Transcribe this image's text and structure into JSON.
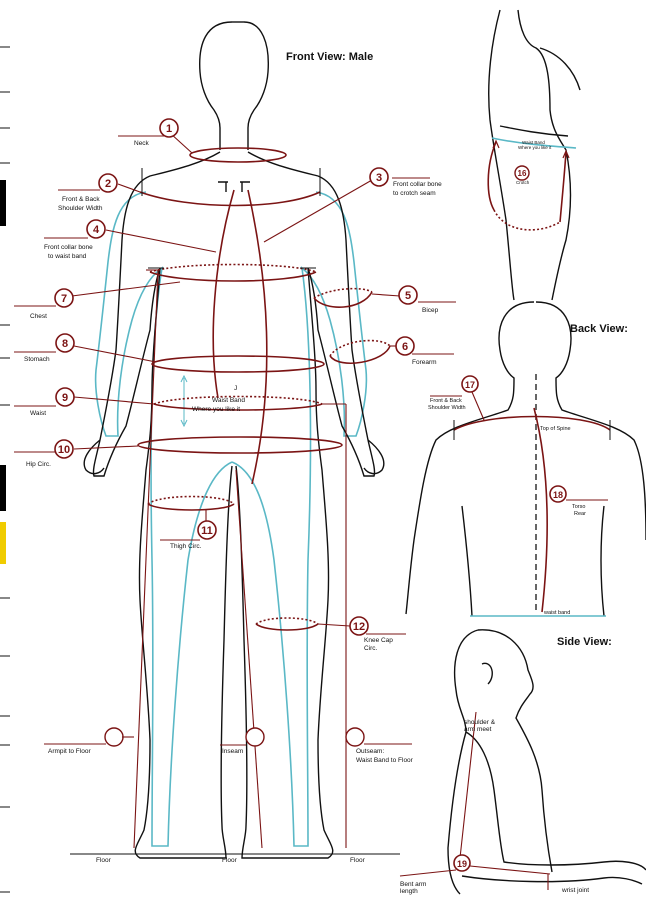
{
  "titles": {
    "front": "Front View: Male",
    "back": "Back View:",
    "side": "Side View:"
  },
  "markers": [
    {
      "num": "1",
      "label": "Neck"
    },
    {
      "num": "2",
      "label": "Front & Back Shoulder Width"
    },
    {
      "num": "3",
      "label": "Front collar bone to crotch seam"
    },
    {
      "num": "4",
      "label": "Front collar bone to waist band"
    },
    {
      "num": "5",
      "label": "Bicep"
    },
    {
      "num": "6",
      "label": "Forearm"
    },
    {
      "num": "7",
      "label": "Chest"
    },
    {
      "num": "8",
      "label": "Stomach"
    },
    {
      "num": "9",
      "label": "Waist"
    },
    {
      "num": "10",
      "label": "Hip Circ."
    },
    {
      "num": "11",
      "label": "Thigh Circ."
    },
    {
      "num": "12",
      "label": "Knee Cap Circ."
    },
    {
      "num": "16",
      "label": "Crotch"
    },
    {
      "num": "17",
      "label": "Front & Back Shoulder Width"
    },
    {
      "num": "18",
      "label": "Torso Rear"
    },
    {
      "num": "19",
      "label": "Bent arm length"
    }
  ],
  "labels": {
    "front_collar_1": "Front collar bone",
    "front_collar_2": "to crotch seam",
    "collar_waist_1": "Front collar bone",
    "collar_waist_2": "to waist band",
    "shoulder_1": "Front & Back",
    "shoulder_2": "Shoulder Width",
    "waist_band_1": "Waist Band",
    "waist_band_2": "Where you like it",
    "knee_1": "Knee Cap",
    "knee_2": "Circ.",
    "armpit_floor": "Armpit to Floor",
    "inseam": "Inseam",
    "outseam_1": "Outseam:",
    "outseam_2": "Waist Band to Floor",
    "floor": "Floor",
    "crotch_top_1": "Waist Band",
    "crotch_top_2": "Where you like it",
    "back_shoulder_1": "Front & Back",
    "back_shoulder_2": "Shoulder Width",
    "top_of_spine": "Top of Spine",
    "torso_rear_1": "Torso",
    "torso_rear_2": "Rear",
    "waist_band_back": "waist band",
    "shoulder_arm_1": "shoulder &",
    "shoulder_arm_2": "arm meet",
    "bent_arm_1": "Bent arm",
    "bent_arm_2": "length",
    "wrist_joint": "wrist joint",
    "navel": "J"
  },
  "colors": {
    "accent_red": "#7b1414",
    "outline_cyan": "#5ab8c6",
    "side_tab_yellow": "#f0cc00"
  }
}
